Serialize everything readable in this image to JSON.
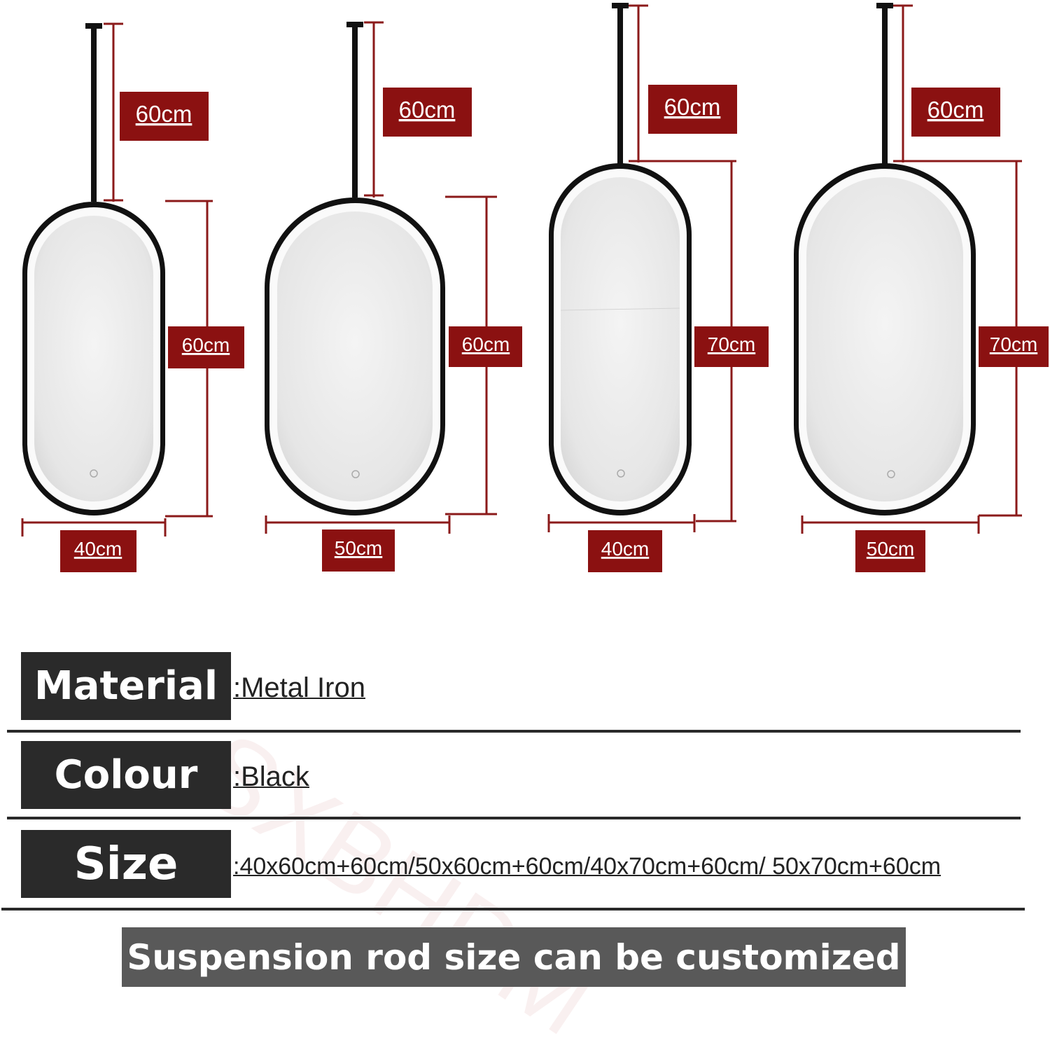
{
  "mirrors": [
    {
      "name": "mirror-40x60",
      "width_label": "40cm",
      "height_label": "60cm",
      "rod_label": "60cm"
    },
    {
      "name": "mirror-50x60",
      "width_label": "50cm",
      "height_label": "60cm",
      "rod_label": "60cm"
    },
    {
      "name": "mirror-40x70",
      "width_label": "40cm",
      "height_label": "70cm",
      "rod_label": "60cm"
    },
    {
      "name": "mirror-50x70",
      "width_label": "50cm",
      "height_label": "70cm",
      "rod_label": "60cm"
    }
  ],
  "specs": {
    "material_label": "Material",
    "material_value": ":Metal Iron",
    "colour_label": "Colour",
    "colour_value": ":Black",
    "size_label": "Size",
    "size_value": ":40x60cm+60cm/50x60cm+60cm/40x70cm+60cm/ 50x70cm+60cm"
  },
  "banner": "Suspension rod size can be customized",
  "watermark": "SXBHDM",
  "colors": {
    "dimension": "#8b1111",
    "frame": "#111111",
    "label_bg": "#2a2a2a",
    "banner_bg": "#595959"
  }
}
